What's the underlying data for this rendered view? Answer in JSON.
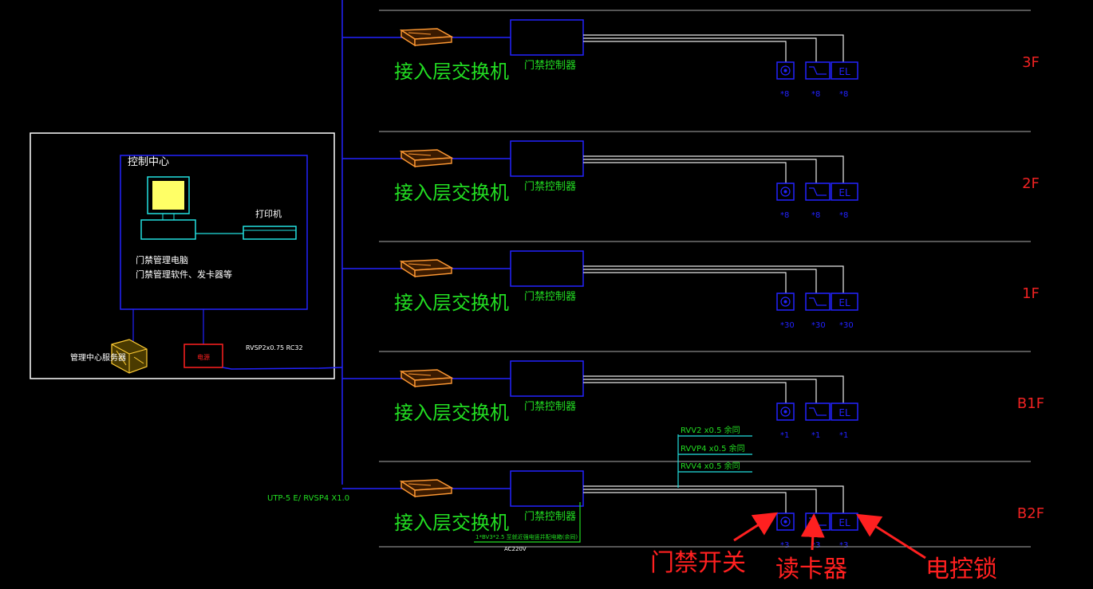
{
  "control_center": {
    "title": "控制中心",
    "printer": "打印机",
    "pc_label_1": "门禁管理电脑",
    "pc_label_2": "门禁管理软件、发卡器等",
    "server": "管理中心服务器",
    "power": "电源",
    "cable": "RVSP2x0.75 RC32"
  },
  "main_cable": "UTP-5 E/ RVSP4 X1.0",
  "floors": [
    {
      "name": "3F",
      "switch_label": "接入层交换机",
      "controller_label": "门禁控制器",
      "count": "*8"
    },
    {
      "name": "2F",
      "switch_label": "接入层交换机",
      "controller_label": "门禁控制器",
      "count": "*8"
    },
    {
      "name": "1F",
      "switch_label": "接入层交换机",
      "controller_label": "门禁控制器",
      "count": "*30"
    },
    {
      "name": "B1F",
      "switch_label": "接入层交换机",
      "controller_label": "门禁控制器",
      "count": "*1"
    },
    {
      "name": "B2F",
      "switch_label": "接入层交换机",
      "controller_label": "门禁控制器",
      "count": "*3"
    }
  ],
  "lock_label": "EL",
  "wire_specs": [
    "RVV2 x0.5 余同",
    "RVVP4 x0.5 余同",
    "RVV4 x0.5 余同"
  ],
  "power_cable": "1*BV3*2.5 至就近强电竖井配电箱(余同)",
  "power_voltage": "AC220V",
  "annotations": {
    "exit_button": "门禁开关",
    "card_reader": "读卡器",
    "electric_lock": "电控锁"
  },
  "colors": {
    "background": "#000000",
    "wire_blue": "#2222ff",
    "wire_white": "#e8e8e8",
    "label_green": "#22dd22",
    "floor_red": "#ee2222",
    "switch_orange": "#ff9933",
    "annotation_red": "#ff2020",
    "cyan": "#22e0e0"
  }
}
